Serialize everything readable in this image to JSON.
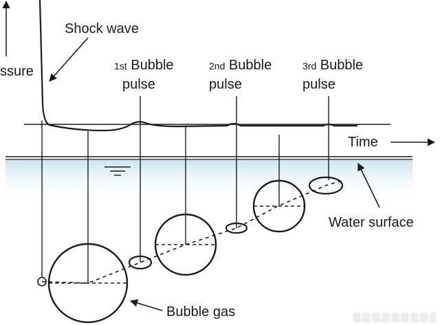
{
  "labels": {
    "pressure": "ssure",
    "shock_wave": "Shock wave",
    "time": "Time",
    "water_surface": "Water surface",
    "bubble_gas": "Bubble gas",
    "pulse1_ord": "1st",
    "pulse1_word": "Bubble",
    "pulse1_line2": "pulse",
    "pulse2_ord": "2nd",
    "pulse2_word": "Bubble",
    "pulse2_line2": "pulse",
    "pulse3_ord": "3rd",
    "pulse3_word": "Bubble",
    "pulse3_line2": "pulse"
  },
  "colors": {
    "line": "#1a1a1a",
    "water_top": "#c9e3ee",
    "water_bottom": "#ffffff"
  },
  "icons": {
    "water_level_symbol": "water-level-icon"
  }
}
